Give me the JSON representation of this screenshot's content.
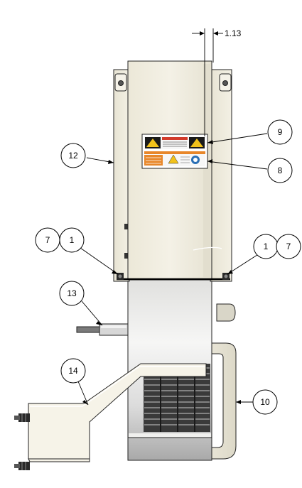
{
  "diagram": {
    "dimension_label": "1.13",
    "callouts": [
      {
        "id": "c9",
        "label": "9"
      },
      {
        "id": "c8",
        "label": "8"
      },
      {
        "id": "c12",
        "label": "12"
      },
      {
        "id": "c7-left",
        "label": "7"
      },
      {
        "id": "c1-left",
        "label": "1"
      },
      {
        "id": "c1-right",
        "label": "1"
      },
      {
        "id": "c7-right",
        "label": "7"
      },
      {
        "id": "c13",
        "label": "13"
      },
      {
        "id": "c14",
        "label": "14"
      },
      {
        "id": "c10",
        "label": "10"
      }
    ],
    "colors": {
      "body_light": "#f2efe2",
      "body_mid": "#e3dfcf",
      "lower_shade_top": "#f4f4f2",
      "lower_shade_bottom": "#b9b9b9",
      "fins": "#2a2a2a",
      "warning_yellow": "#f2c21b",
      "warning_orange": "#e8872a",
      "notice_blue": "#2a6fb5"
    }
  }
}
